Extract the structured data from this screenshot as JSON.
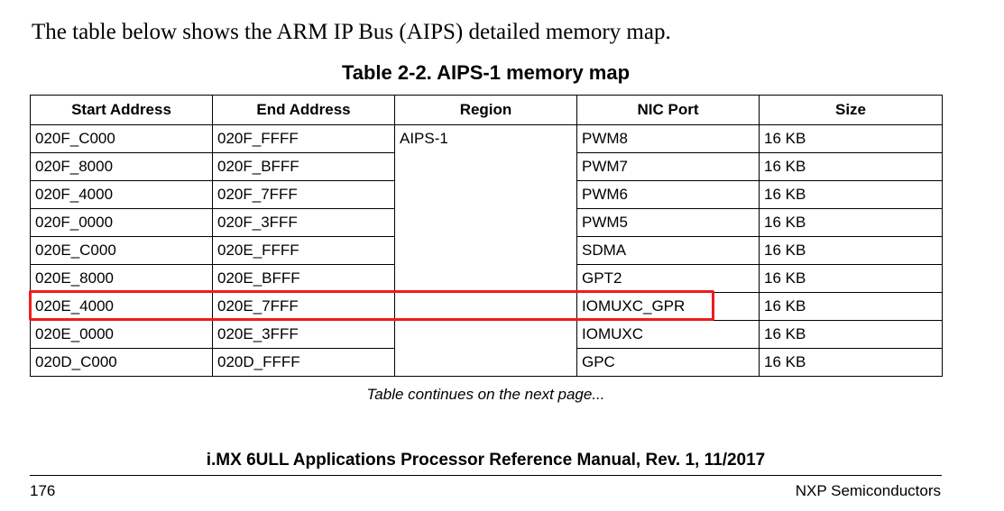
{
  "intro_text": "The table below shows the ARM IP Bus (AIPS) detailed memory map.",
  "table": {
    "caption": "Table 2-2.   AIPS-1 memory map",
    "headers": [
      "Start Address",
      "End Address",
      "Region",
      "NIC Port",
      "Size"
    ],
    "region": "AIPS-1",
    "rows": [
      {
        "start": "020F_C000",
        "end": "020F_FFFF",
        "nic": "PWM8",
        "size": "16 KB"
      },
      {
        "start": "020F_8000",
        "end": "020F_BFFF",
        "nic": "PWM7",
        "size": "16 KB"
      },
      {
        "start": "020F_4000",
        "end": "020F_7FFF",
        "nic": "PWM6",
        "size": "16 KB"
      },
      {
        "start": "020F_0000",
        "end": "020F_3FFF",
        "nic": "PWM5",
        "size": "16 KB"
      },
      {
        "start": "020E_C000",
        "end": "020E_FFFF",
        "nic": "SDMA",
        "size": "16 KB"
      },
      {
        "start": "020E_8000",
        "end": "020E_BFFF",
        "nic": "GPT2",
        "size": "16 KB"
      },
      {
        "start": "020E_4000",
        "end": "020E_7FFF",
        "nic": "IOMUXC_GPR",
        "size": "16 KB"
      },
      {
        "start": "020E_0000",
        "end": "020E_3FFF",
        "nic": "IOMUXC",
        "size": "16 KB"
      },
      {
        "start": "020D_C000",
        "end": "020D_FFFF",
        "nic": "GPC",
        "size": "16 KB"
      }
    ],
    "highlighted_row_index": 6,
    "highlight_color": "#ee1c1c"
  },
  "continues_note": "Table continues on the next page...",
  "footer": {
    "title": "i.MX 6ULL Applications Processor Reference Manual, Rev. 1, 11/2017",
    "page_number": "176",
    "publisher": "NXP Semiconductors"
  }
}
